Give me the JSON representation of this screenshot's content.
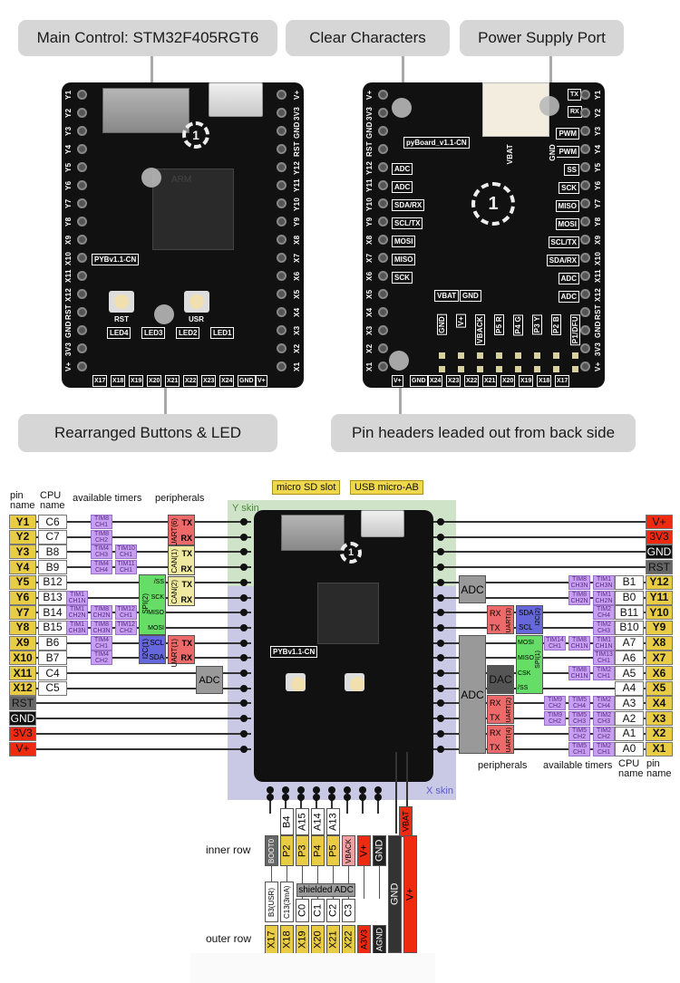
{
  "callouts": {
    "main_control": "Main Control: STM32F405RGT6",
    "clear_characters": "Clear Characters",
    "power_supply": "Power Supply Port",
    "buttons_led": "Rearranged Buttons & LED",
    "pin_headers": "Pin headers leaded out from back side"
  },
  "front_board": {
    "silk_model": "PYBv1.1-CN",
    "left_pins": [
      "Y1",
      "Y2",
      "Y3",
      "Y4",
      "Y5",
      "Y6",
      "Y7",
      "Y8",
      "X9",
      "X10",
      "X11",
      "X12",
      "RST",
      "GND",
      "3V3",
      "V+"
    ],
    "right_pins": [
      "V+",
      "3V3",
      "GND",
      "RST",
      "Y12",
      "Y11",
      "Y10",
      "Y9",
      "X8",
      "X7",
      "X6",
      "X5",
      "X4",
      "X3",
      "X2",
      "X1"
    ],
    "bottom_pins": [
      "X17",
      "X18",
      "X19",
      "X20",
      "X21",
      "X22",
      "X23",
      "X24",
      "GND",
      "V+"
    ],
    "buttons": [
      "RST",
      "USR"
    ],
    "leds": [
      "LED4",
      "LED3",
      "LED2",
      "LED1"
    ],
    "chip_text": "ARM"
  },
  "back_board": {
    "silk_model": "pyBoard_v1.1-CN",
    "left_pins": [
      "V+",
      "3V3",
      "GND",
      "RST",
      "Y12",
      "Y11",
      "Y10",
      "Y9",
      "X8",
      "X7",
      "X6",
      "X5",
      "X4",
      "X3",
      "X2",
      "X1"
    ],
    "right_pins": [
      "Y1",
      "Y2",
      "Y3",
      "Y4",
      "Y5",
      "Y6",
      "Y7",
      "Y8",
      "X9",
      "X10",
      "X11",
      "X12",
      "RST",
      "GND",
      "3V3",
      "V+"
    ],
    "left_func": [
      "ADC",
      "ADC",
      "SDA/RX",
      "SCL/TX",
      "MOSI",
      "MISO",
      "SCK"
    ],
    "right_func_top": [
      "TX",
      "RX"
    ],
    "right_func": [
      "PWM",
      "PWM",
      "SS",
      "SCK",
      "MISO",
      "MOSI",
      "SCL/TX",
      "SDA/RX",
      "ADC",
      "ADC"
    ],
    "power_labels": [
      "VBAT",
      "GND"
    ],
    "box_labels": [
      "VBAT",
      "GND"
    ],
    "vertical_labels": [
      "GND",
      "V+",
      "VBACK",
      "P5 R",
      "P4 G",
      "P3 Y",
      "P2 B",
      "P1/DFU"
    ],
    "bottom_pins": [
      "V+",
      "GND",
      "X24",
      "X23",
      "X22",
      "X21",
      "X20",
      "X19",
      "X18",
      "X17"
    ]
  },
  "diagram": {
    "top_tags": [
      "micro SD slot",
      "USB micro-AB"
    ],
    "y_skin": "Y skin",
    "x_skin": "X skin",
    "left_headers": {
      "pin": "pin name",
      "cpu": "CPU name",
      "timers": "available timers",
      "peripherals": "peripherals"
    },
    "right_headers": {
      "pin": "pin name",
      "cpu": "CPU name",
      "timers": "available timers",
      "peripherals": "peripherals"
    },
    "left_rows": [
      {
        "pin": "Y1",
        "cpu": "C6",
        "timers": [
          [
            "TIM8",
            "CH1"
          ]
        ]
      },
      {
        "pin": "Y2",
        "cpu": "C7",
        "timers": [
          [
            "TIM8",
            "CH2"
          ]
        ]
      },
      {
        "pin": "Y3",
        "cpu": "B8",
        "timers": [
          [
            "TIM4",
            "CH3"
          ],
          [
            "TIM10",
            "CH1"
          ]
        ]
      },
      {
        "pin": "Y4",
        "cpu": "B9",
        "timers": [
          [
            "TIM4",
            "CH4"
          ],
          [
            "TIM11",
            "CH1"
          ]
        ]
      },
      {
        "pin": "Y5",
        "cpu": "B12",
        "timers": []
      },
      {
        "pin": "Y6",
        "cpu": "B13",
        "timers": [
          [
            "TIM1",
            "CH1N"
          ]
        ]
      },
      {
        "pin": "Y7",
        "cpu": "B14",
        "timers": [
          [
            "TIM1",
            "CH2N"
          ],
          [
            "TIM8",
            "CH2N"
          ],
          [
            "TIM12",
            "CH1"
          ]
        ]
      },
      {
        "pin": "Y8",
        "cpu": "B15",
        "timers": [
          [
            "TIM1",
            "CH3N"
          ],
          [
            "TIM8",
            "CH3N"
          ],
          [
            "TIM12",
            "CH2"
          ]
        ]
      },
      {
        "pin": "X9",
        "cpu": "B6",
        "timers": [
          [
            "TIM4",
            "CH1"
          ]
        ]
      },
      {
        "pin": "X10",
        "cpu": "B7",
        "timers": [
          [
            "TIM4",
            "CH2"
          ]
        ]
      },
      {
        "pin": "X11",
        "cpu": "C4",
        "timers": []
      },
      {
        "pin": "X12",
        "cpu": "C5",
        "timers": []
      }
    ],
    "left_power": [
      "RST",
      "GND",
      "3V3",
      "V+"
    ],
    "left_periph": {
      "uart6": {
        "name": "UART(6)",
        "pins": [
          "TX",
          "RX"
        ]
      },
      "can1": {
        "name": "CAN(1)",
        "pins": [
          "TX",
          "RX"
        ]
      },
      "can2": {
        "name": "CAN(2)",
        "pins": [
          "TX",
          "RX"
        ]
      },
      "spi2": {
        "name": "SPI(2)",
        "pins": [
          "/SS",
          "SCK",
          "MISO",
          "MOSI"
        ]
      },
      "i2c1": {
        "name": "I2C(1)",
        "pins": [
          "SCL",
          "SDA"
        ]
      },
      "uart1": {
        "name": "UART(1)",
        "pins": [
          "TX",
          "RX"
        ]
      },
      "adc": "ADC"
    },
    "right_power": [
      "V+",
      "3V3",
      "GND",
      "RST"
    ],
    "right_rows": [
      {
        "pin": "Y12",
        "cpu": "B1",
        "timers": [
          [
            "TIM8",
            "CH3N"
          ],
          [
            "TIM1",
            "CH3N"
          ]
        ]
      },
      {
        "pin": "Y11",
        "cpu": "B0",
        "timers": [
          [
            "TIM8",
            "CH2N"
          ],
          [
            "TIM1",
            "CH2N"
          ]
        ]
      },
      {
        "pin": "Y10",
        "cpu": "B11",
        "timers": [
          [
            "TIM2",
            "CH4"
          ]
        ]
      },
      {
        "pin": "Y9",
        "cpu": "B10",
        "timers": [
          [
            "TIM2",
            "CH3"
          ]
        ]
      },
      {
        "pin": "X8",
        "cpu": "A7",
        "timers": [
          [
            "TIM14",
            "CH1"
          ],
          [
            "TIM8",
            "CH1N"
          ],
          [
            "TIM1",
            "CH1N"
          ]
        ]
      },
      {
        "pin": "X7",
        "cpu": "A6",
        "timers": [
          [
            "TIM13",
            "CH1"
          ]
        ]
      },
      {
        "pin": "X6",
        "cpu": "A5",
        "timers": [
          [
            "TIM8",
            "CH1N"
          ],
          [
            "TIM2",
            "CH1"
          ]
        ]
      },
      {
        "pin": "X5",
        "cpu": "A4",
        "timers": []
      },
      {
        "pin": "X4",
        "cpu": "A3",
        "timers": [
          [
            "TIM9",
            "CH2"
          ],
          [
            "TIM5",
            "CH4"
          ],
          [
            "TIM2",
            "CH4"
          ]
        ]
      },
      {
        "pin": "X3",
        "cpu": "A2",
        "timers": [
          [
            "TIM9",
            "CH2"
          ],
          [
            "TIM5",
            "CH3"
          ],
          [
            "TIM2",
            "CH3"
          ]
        ]
      },
      {
        "pin": "X2",
        "cpu": "A1",
        "timers": [
          [
            "TIM5",
            "CH2"
          ],
          [
            "TIM2",
            "CH2"
          ]
        ]
      },
      {
        "pin": "X1",
        "cpu": "A0",
        "timers": [
          [
            "TIM5",
            "CH1"
          ],
          [
            "TIM2",
            "CH1"
          ]
        ]
      }
    ],
    "right_periph": {
      "adc_top": "ADC",
      "uart3": {
        "name": "UART(3)",
        "pins": [
          "RX",
          "TX"
        ]
      },
      "i2c2": {
        "name": "I2C(2)",
        "pins": [
          "SDA",
          "SCL"
        ]
      },
      "adc_big": "ADC",
      "dac": "DAC",
      "spi1": {
        "name": "SPI(1)",
        "pins": [
          "MOSI",
          "MISO",
          "CSK",
          "/SS"
        ]
      },
      "uart2": {
        "name": "UART(2)",
        "pins": [
          "RX",
          "TX"
        ]
      },
      "uart4": {
        "name": "UART(4)",
        "pins": [
          "RX",
          "TX"
        ]
      }
    },
    "bottom": {
      "inner_row_label": "inner row",
      "outer_row_label": "outer row",
      "inner_cpu": [
        "B4",
        "A15",
        "A14",
        "A13"
      ],
      "inner_pins": [
        "BOOT0",
        "P2",
        "P3",
        "P4",
        "P5",
        "VBACK",
        "V+",
        "GND"
      ],
      "vbat": "VBAT",
      "big_gnd": "GND",
      "big_vplus": "V+",
      "shielded_adc": "shielded ADC",
      "outer_cpu": [
        "B3(USR)",
        "C13(3mA)",
        "C0",
        "C1",
        "C2",
        "C3"
      ],
      "outer_pins": [
        "X17",
        "X18",
        "X19",
        "X20",
        "X21",
        "X22",
        "A3V3",
        "AGND"
      ]
    }
  },
  "colors": {
    "pin_yellow": "#e8cc45",
    "timer_purple": "#c79ff0",
    "uart_red": "#ee6a6a",
    "can_yellow": "#f0eaa0",
    "spi_green": "#66dd66",
    "i2c_blue": "#6666dd",
    "adc_gray": "#999999",
    "power_red": "#ee2a10",
    "y_skin": "#cfe3c9",
    "x_skin": "#c9c9e6"
  }
}
